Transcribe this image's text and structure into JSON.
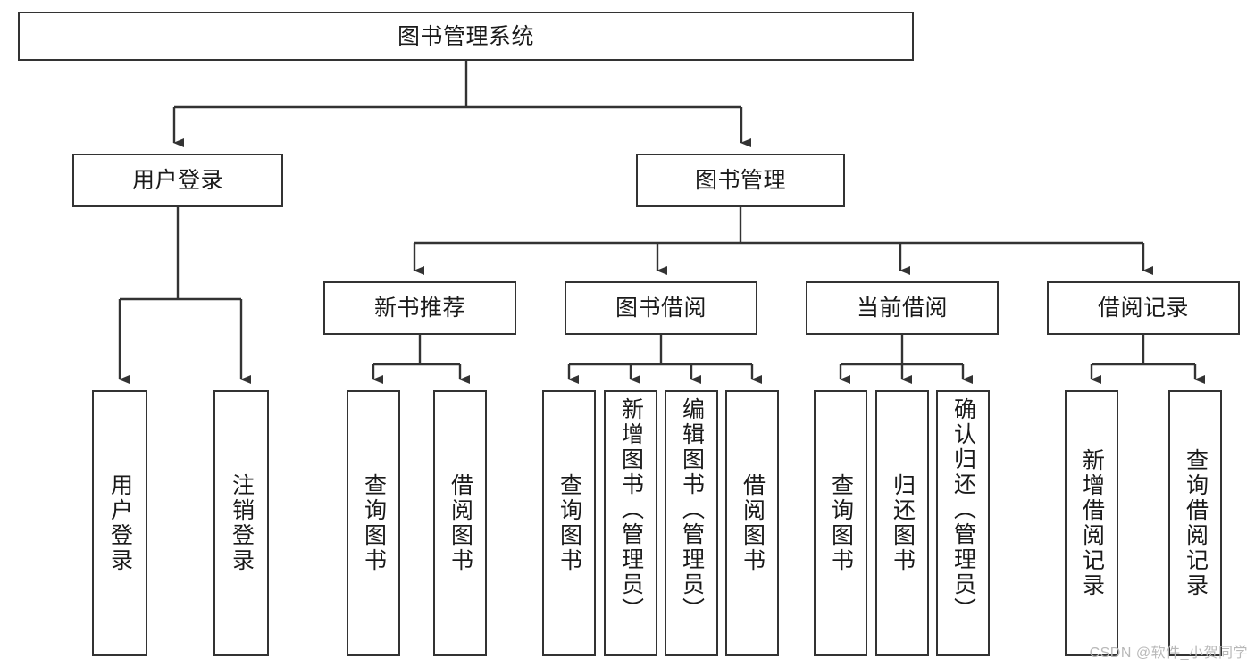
{
  "diagram": {
    "type": "tree",
    "title": "图书管理系统",
    "orientation": "top-down",
    "colors": {
      "box_border": "#333333",
      "box_fill": "#ffffff",
      "connector": "#333333",
      "text": "#1a1a1a",
      "watermark": "#b8b8b8",
      "background": "#ffffff"
    },
    "root": {
      "label": "图书管理系统"
    },
    "level2": [
      {
        "label": "用户登录"
      },
      {
        "label": "图书管理"
      }
    ],
    "level3": [
      {
        "label": "新书推荐"
      },
      {
        "label": "图书借阅"
      },
      {
        "label": "当前借阅"
      },
      {
        "label": "借阅记录"
      }
    ],
    "leaves": {
      "user_login": [
        {
          "label": "用户登录"
        },
        {
          "label": "注销登录"
        }
      ],
      "new_book_recommend": [
        {
          "label": "查询图书"
        },
        {
          "label": "借阅图书"
        }
      ],
      "book_borrow": [
        {
          "label": "查询图书"
        },
        {
          "label": "新增图书（管理员）"
        },
        {
          "label": "编辑图书（管理员）"
        },
        {
          "label": "借阅图书"
        }
      ],
      "current_borrow": [
        {
          "label": "查询图书"
        },
        {
          "label": "归还图书"
        },
        {
          "label": "确认归还（管理员）"
        }
      ],
      "borrow_records": [
        {
          "label": "新增借阅记录"
        },
        {
          "label": "查询借阅记录"
        }
      ]
    }
  },
  "watermark": {
    "text": "CSDN @软件_小贺同学"
  }
}
